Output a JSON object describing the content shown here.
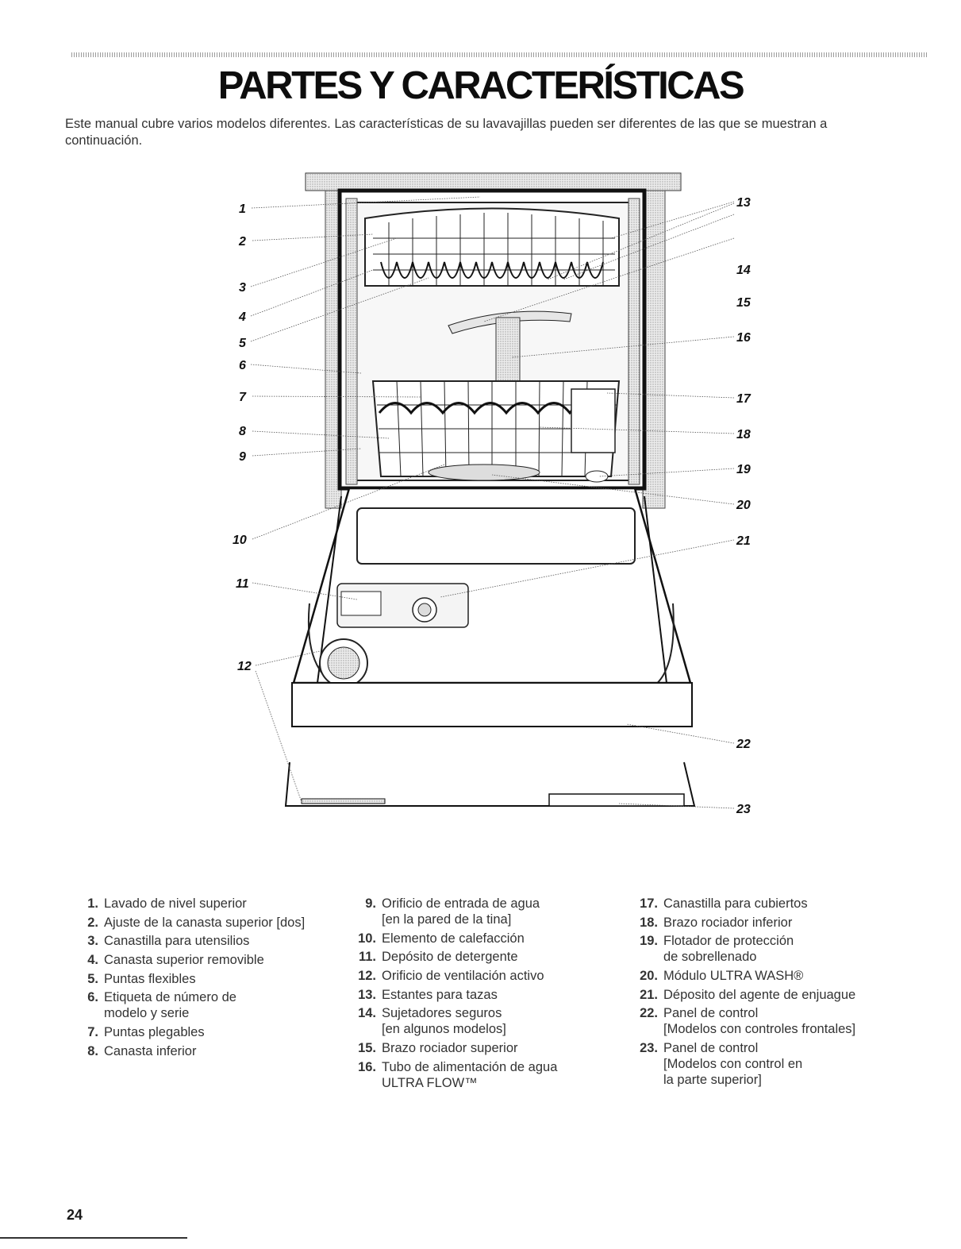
{
  "page": {
    "title": "PARTES Y CARACTERÍSTICAS",
    "intro": "Este manual cubre varios modelos diferentes. Las características de su lavavajillas pueden ser diferentes de las que se muestran a continuación.",
    "page_number": "24"
  },
  "callouts": [
    "1",
    "2",
    "3",
    "4",
    "5",
    "6",
    "7",
    "8",
    "9",
    "10",
    "11",
    "12",
    "13",
    "14",
    "15",
    "16",
    "17",
    "18",
    "19",
    "20",
    "21",
    "22",
    "23"
  ],
  "parts": [
    {
      "num": "1.",
      "label": "Lavado de nivel superior"
    },
    {
      "num": "2.",
      "label": "Ajuste de la canasta superior [dos]"
    },
    {
      "num": "3.",
      "label": "Canastilla para utensilios"
    },
    {
      "num": "4.",
      "label": "Canasta superior removible"
    },
    {
      "num": "5.",
      "label": "Puntas flexibles"
    },
    {
      "num": "6.",
      "label": "Etiqueta de número de\nmodelo y serie"
    },
    {
      "num": "7.",
      "label": "Puntas plegables"
    },
    {
      "num": "8.",
      "label": "Canasta inferior"
    },
    {
      "num": "9.",
      "label": "Orificio de entrada de agua\n[en la pared de la tina]"
    },
    {
      "num": "10.",
      "label": "Elemento de calefacción"
    },
    {
      "num": "11.",
      "label": "Depósito de detergente"
    },
    {
      "num": "12.",
      "label": "Orificio de ventilación activo"
    },
    {
      "num": "13.",
      "label": "Estantes para tazas"
    },
    {
      "num": "14.",
      "label": "Sujetadores seguros\n[en algunos modelos]"
    },
    {
      "num": "15.",
      "label": "Brazo rociador superior"
    },
    {
      "num": "16.",
      "label": "Tubo de alimentación de agua\nULTRA FLOW™"
    },
    {
      "num": "17.",
      "label": "Canastilla para cubiertos"
    },
    {
      "num": "18.",
      "label": "Brazo rociador inferior"
    },
    {
      "num": "19.",
      "label": "Flotador de protección\nde sobrellenado"
    },
    {
      "num": "20.",
      "label": "Módulo ULTRA WASH®"
    },
    {
      "num": "21.",
      "label": "Déposito del agente de enjuague"
    },
    {
      "num": "22.",
      "label": "Panel de control\n[Modelos con controles frontales]"
    },
    {
      "num": "23.",
      "label": "Panel de control\n[Modelos con control en\nla parte superior]"
    }
  ]
}
